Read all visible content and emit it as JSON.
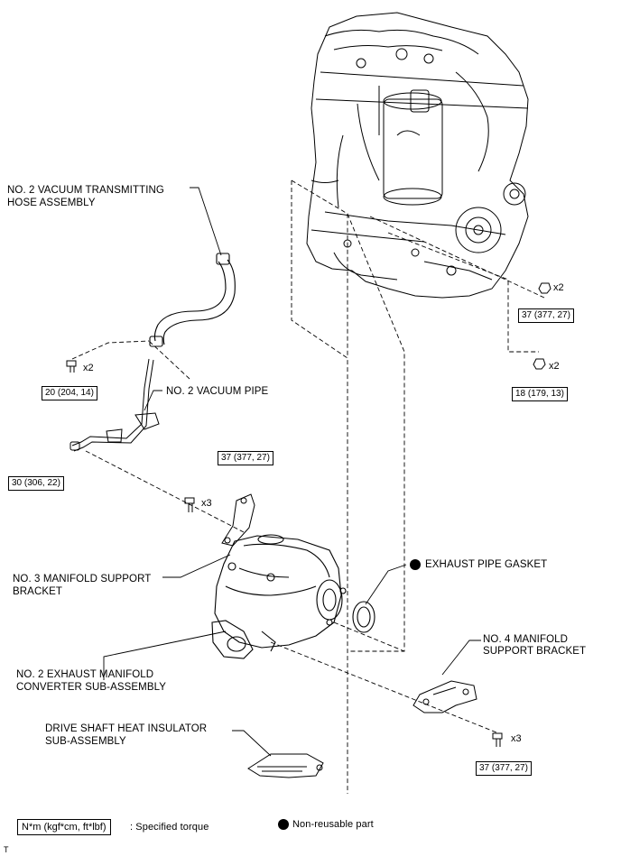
{
  "labels": {
    "vacuum_hose": [
      "NO. 2 VACUUM TRANSMITTING",
      "HOSE ASSEMBLY"
    ],
    "vacuum_pipe": "NO. 2 VACUUM PIPE",
    "no3_bracket": [
      "NO. 3 MANIFOLD SUPPORT",
      "BRACKET"
    ],
    "exhaust_gasket": "EXHAUST PIPE GASKET",
    "no4_bracket": [
      "NO. 4 MANIFOLD",
      "SUPPORT BRACKET"
    ],
    "manifold_converter": [
      "NO. 2 EXHAUST MANIFOLD",
      "CONVERTER SUB-ASSEMBLY"
    ],
    "drive_shaft_insulator": [
      "DRIVE SHAFT HEAT INSULATOR",
      "SUB-ASSEMBLY"
    ]
  },
  "torques": {
    "t1": "37 (377, 27)",
    "t2": "18 (179, 13)",
    "t3": "20 (204, 14)",
    "t4": "30 (306, 22)",
    "t5": "37 (377, 27)",
    "t6": "37 (377, 27)"
  },
  "quantities": {
    "q1": "x2",
    "q2": "x2",
    "q3": "x2",
    "q4": "x3",
    "q5": "x3"
  },
  "legend": {
    "torque_unit": "N*m (kgf*cm, ft*lbf)",
    "torque_desc": ": Specified torque",
    "non_reusable": "Non-reusable part"
  },
  "corner_mark": "T"
}
